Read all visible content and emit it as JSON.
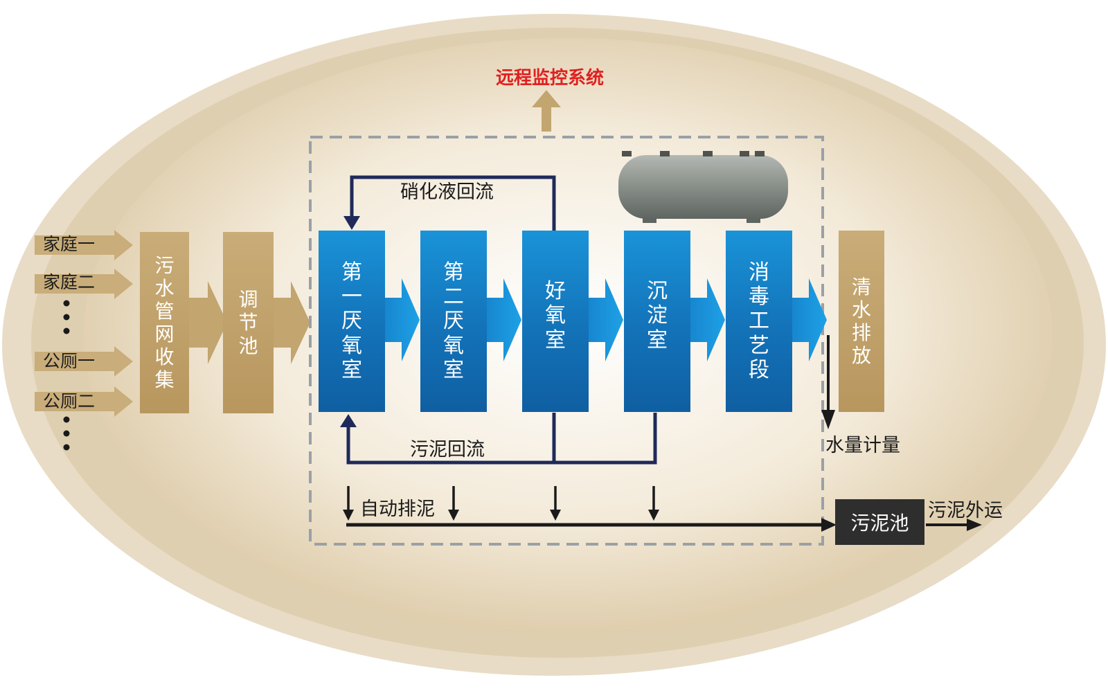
{
  "title": "远程监控系统",
  "sources": [
    "家庭一",
    "家庭二",
    "公厕一",
    "公厕二"
  ],
  "collect": "污水管网收集",
  "regulate": "调节池",
  "stages": [
    "第一厌氧室",
    "第二厌氧室",
    "好氧室",
    "沉淀室",
    "消毒工艺段"
  ],
  "discharge": "清水排放",
  "nitrate_return": "硝化液回流",
  "sludge_return": "污泥回流",
  "auto_sludge": "自动排泥",
  "water_meter": "水量计量",
  "sludge_tank": "污泥池",
  "sludge_out": "污泥外运",
  "colors": {
    "accent_red": "#e02020",
    "process_blue": "#1372b8",
    "tan": "#b8975e",
    "line_dark": "#1f2a5a"
  }
}
